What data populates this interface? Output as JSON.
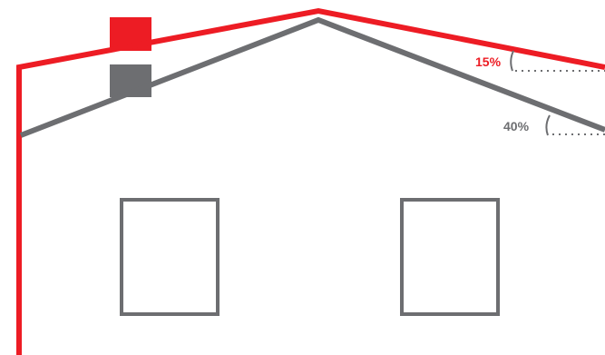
{
  "colors": {
    "new_roof": "#ED1C24",
    "old_roof": "#6D6E71",
    "background": "#FFFFFF"
  },
  "labels": {
    "new_pitch": "15%",
    "old_pitch": "40%"
  },
  "pitch_values": {
    "new_roof_percent": 15,
    "old_roof_percent": 40
  }
}
